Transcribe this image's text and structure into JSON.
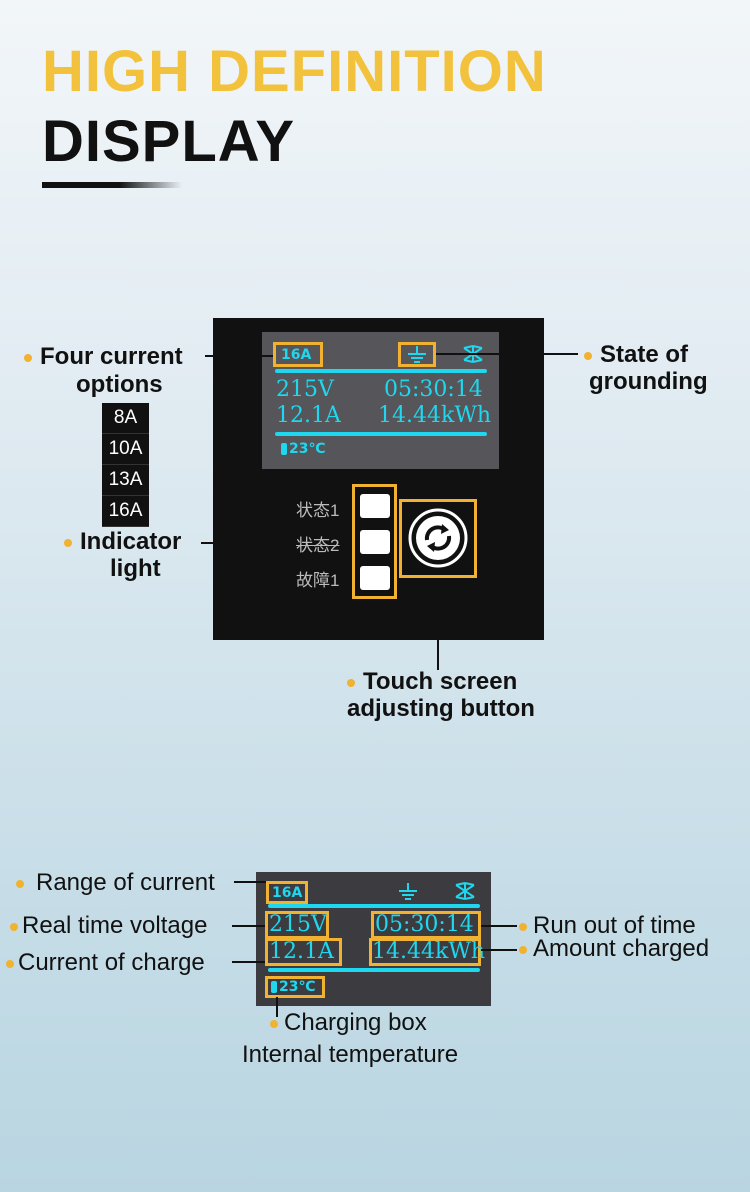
{
  "header": {
    "title_line1": "HIGH DEFINITION",
    "title_line2": "DISPLAY"
  },
  "screen": {
    "current_setting": "16A",
    "voltage": "215V",
    "time": "05:30:14",
    "current": "12.1A",
    "energy": "14.44kWh",
    "temperature": "23℃"
  },
  "current_options": [
    "8A",
    "10A",
    "13A",
    "16A"
  ],
  "indicators": [
    "状态1",
    "状态2",
    "故障1"
  ],
  "callouts_top": {
    "four_current_l1": "Four current",
    "four_current_l2": "options",
    "grounding_l1": "State of",
    "grounding_l2": "grounding",
    "indicator_l1": "Indicator",
    "indicator_l2": "light",
    "touch_l1": "Touch screen",
    "touch_l2": "adjusting button"
  },
  "callouts_bottom": {
    "range_current": "Range of current",
    "real_voltage": "Real time voltage",
    "current_charge": "Current of charge",
    "run_out_time": "Run out of time",
    "amount_charged": "Amount charged",
    "box_temp_l1": "Charging box",
    "box_temp_l2": "Internal temperature"
  },
  "colors": {
    "accent_yellow": "#f3c23c",
    "screen_cyan": "#1fd7ee",
    "panel_black": "#111111"
  }
}
